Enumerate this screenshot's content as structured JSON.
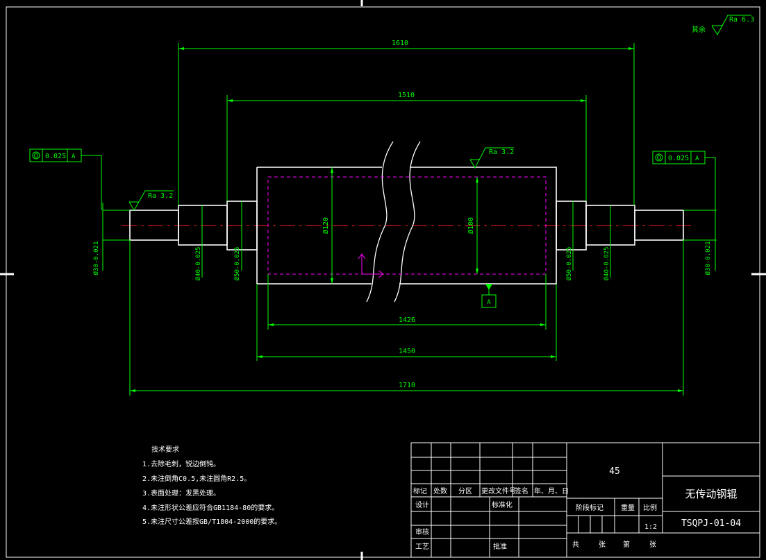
{
  "roughness_general": {
    "symbol_prefix": "其余",
    "value": "Ra 6.3"
  },
  "dimensions": {
    "overall_top": "1610",
    "top_inner": "1510",
    "body_inner": "1426",
    "body_length": "1450",
    "overall_bottom": "1710",
    "dia_body_outer": "Ø120",
    "dia_body_inner": "Ø100",
    "dia_left_end": "Ø30-0.021",
    "dia_left_mid": "Ø40-0.025",
    "dia_left_hub": "Ø50-0.025",
    "dia_right_hub": "Ø50-0.025",
    "dia_right_mid": "Ø40-0.025",
    "dia_right_end": "Ø30-0.021"
  },
  "roughness": {
    "body": "Ra 3.2",
    "shaft": "Ra 3.2"
  },
  "tolerance_frames": {
    "left": {
      "value": "0.025",
      "datum": "A"
    },
    "right": {
      "value": "0.025",
      "datum": "A"
    }
  },
  "datum_label": "A",
  "notes": {
    "title": "技术要求",
    "items": [
      "1.去除毛刺，锐边倒钝。",
      "2.未注倒角C0.5,未注圆角R2.5。",
      "3.表面处理：发黑处理。",
      "4.未注形状公差应符合GB1184-80的要求。",
      "5.未注尺寸公差按GB/T1804-2000的要求。"
    ]
  },
  "title_block": {
    "material": "45",
    "part_name": "无传动钢辊",
    "drawing_no": "TSQPJ-01-04",
    "scale_value": "1:2",
    "headers": [
      "标记",
      "处数",
      "分区",
      "更改文件号",
      "签名",
      "年、月、日"
    ],
    "row_design": "设计",
    "row_standard": "标准化",
    "row_review": "审核",
    "row_process": "工艺",
    "row_approve": "批准",
    "stage_mark": "阶段标记",
    "weight": "重量",
    "scale": "比例",
    "footer": [
      "共",
      "张",
      "第",
      "张"
    ]
  },
  "colors": {
    "part": "#ffffff",
    "dimension": "#00ff00",
    "centerline": "#ff2020",
    "hidden": "#ff00ff",
    "frame": "#ffffff"
  }
}
